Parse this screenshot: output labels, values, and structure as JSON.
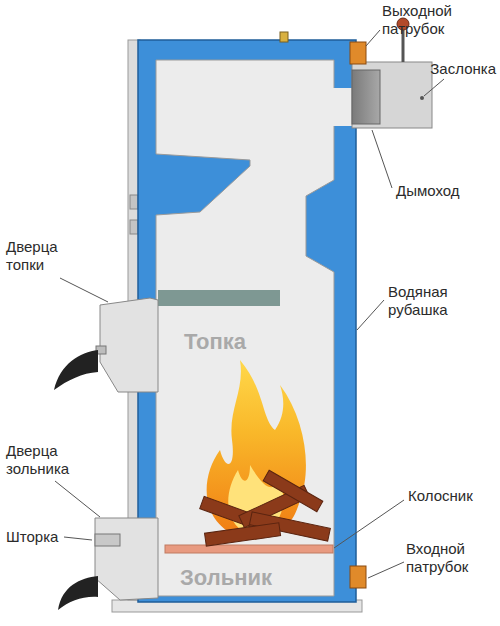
{
  "diagram": {
    "labels": [
      "Выходной патрубок",
      "Заслонка",
      "Дымоход",
      "Дверца топки",
      "Водяная рубашка",
      "Топка",
      "Дверца зольника",
      "Колосник",
      "Шторка",
      "Входной патрубок",
      "Зольник"
    ]
  }
}
